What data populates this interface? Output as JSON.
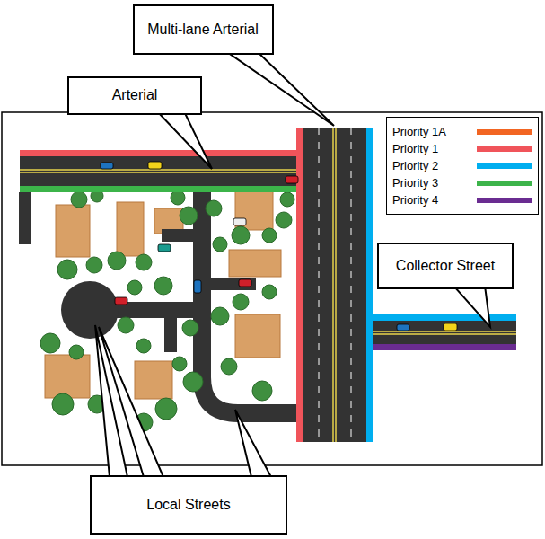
{
  "diagram": {
    "nodes": [
      {
        "text": [
          "Multi-lane Arterial"
        ]
      },
      {
        "text": [
          "Arterial"
        ]
      },
      {
        "text": [
          "Collector Street"
        ]
      },
      {
        "text": [
          "Local Streets"
        ]
      }
    ],
    "legend": [
      {
        "text": "Priority 1A",
        "color": "#f26522"
      },
      {
        "text": "Priority 1",
        "color": "#f0545a"
      },
      {
        "text": "Priority 2",
        "color": "#00aeef"
      },
      {
        "text": "Priority 3",
        "color": "#3cb44a"
      },
      {
        "text": "Priority 4",
        "color": "#6a2c91"
      }
    ]
  }
}
